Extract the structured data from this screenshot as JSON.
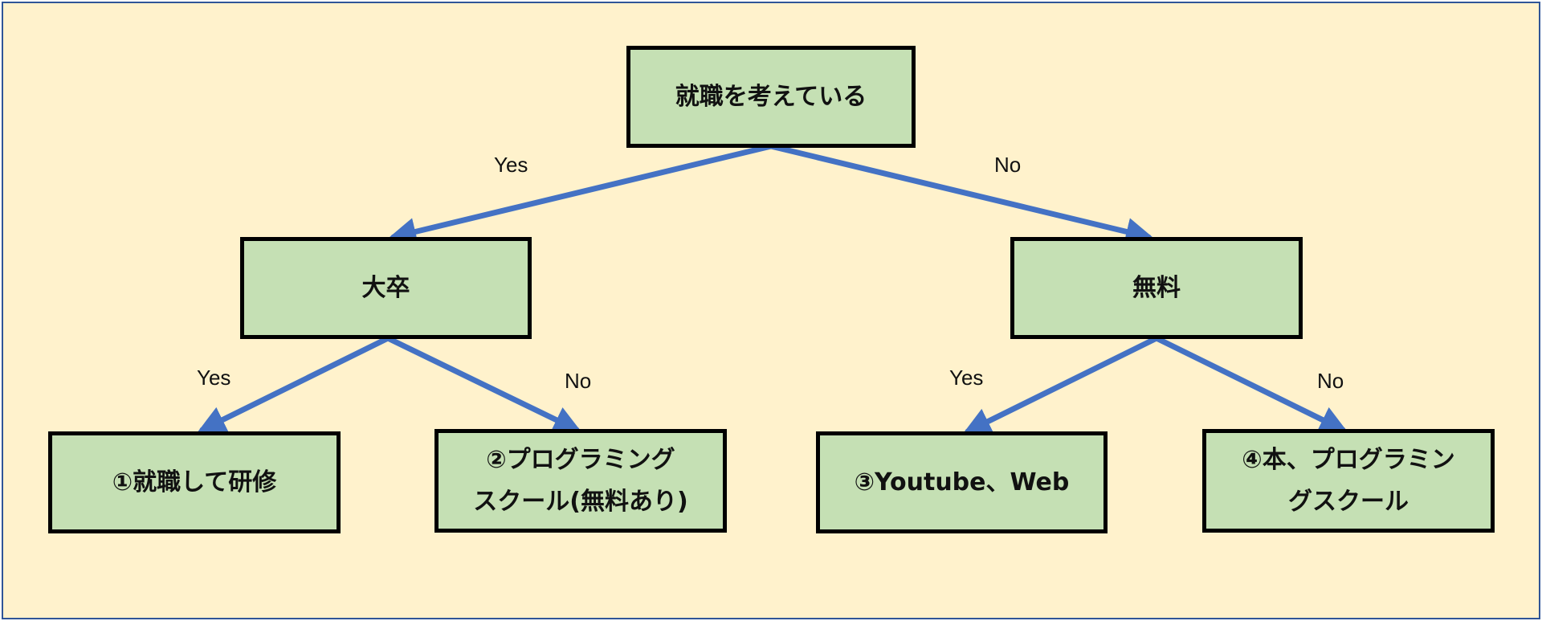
{
  "diagram": {
    "root": {
      "label": "就職を考えている"
    },
    "branch_yes": {
      "edge_label": "Yes",
      "label": "大卒",
      "leaf_yes": {
        "edge_label": "Yes",
        "label": "①就職して研修"
      },
      "leaf_no": {
        "edge_label": "No",
        "label": "②プログラミング\nスクール(無料あり)"
      }
    },
    "branch_no": {
      "edge_label": "No",
      "label": "無料",
      "leaf_yes": {
        "edge_label": "Yes",
        "label": "③Youtube、Web"
      },
      "leaf_no": {
        "edge_label": "No",
        "label": "④本、プログラミン\nグスクール"
      }
    }
  },
  "colors": {
    "background": "#fff2cc",
    "frame_border": "#2f5597",
    "node_fill": "#c5e0b4",
    "node_border": "#000000",
    "arrow": "#4472c4"
  }
}
